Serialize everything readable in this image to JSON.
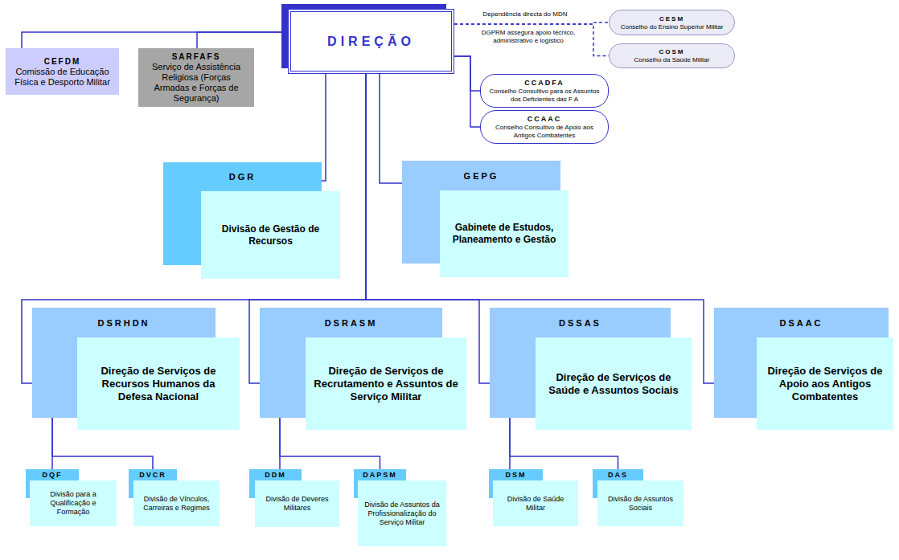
{
  "diagram": {
    "nodes": [
      {
        "text": [
          "DIREÇÃO"
        ]
      },
      {
        "text": [
          "CEFDM",
          "Comissão de Educação Física e Desporto Militar"
        ]
      },
      {
        "text": [
          "SARFAFS",
          "Serviço de Assistência Religiosa (Forças Armadas e Forças de Segurança)"
        ]
      },
      {
        "text": [
          "CESM",
          "Conselho do Ensino Superior Militar"
        ]
      },
      {
        "text": [
          "COSM",
          "Conselho da Saúde Militar"
        ]
      },
      {
        "text": [
          "CCADFA",
          "Conselho Consultivo para os Assuntos dos Deficientes das F A"
        ]
      },
      {
        "text": [
          "CCAAC",
          "Conselho Consultivo de Apoio aos Antigos Combatentes"
        ]
      },
      {
        "text": [
          "DGR",
          "Divisão de Gestão de Recursos"
        ]
      },
      {
        "text": [
          "GEPG",
          "Gabinete de Estudos, Planeamento e Gestão"
        ]
      },
      {
        "text": [
          "DSRHDN",
          "Direção de Serviços de Recursos Humanos da Defesa Nacional"
        ]
      },
      {
        "text": [
          "DSRASM",
          "Direção de Serviços de Recrutamento e Assuntos de Serviço Militar"
        ]
      },
      {
        "text": [
          "DSSAS",
          "Direção de Serviços de Saúde e Assuntos Sociais"
        ]
      },
      {
        "text": [
          "DSAAC",
          "Direção de Serviços de Apoio aos Antigos Combatentes"
        ]
      },
      {
        "text": [
          "DQF",
          "Divisão para a Qualificação e Formação"
        ]
      },
      {
        "text": [
          "DVCR",
          "Divisão de Vínculos, Carreiras e Regimes"
        ]
      },
      {
        "text": [
          "DDM",
          "Divisão de Deveres Militares"
        ]
      },
      {
        "text": [
          "DAPSM",
          "Divisão de Assuntos da Profissionalização do Serviço Militar"
        ]
      },
      {
        "text": [
          "DSM",
          "Divisão de Saúde Militar"
        ]
      },
      {
        "text": [
          "DAS",
          "Divisão de Assuntos Sociais"
        ]
      }
    ],
    "edges": [
      {
        "from": 0,
        "to": 1,
        "arrow": "none"
      },
      {
        "from": 0,
        "to": 2,
        "arrow": "none"
      },
      {
        "from": 0,
        "to": 3,
        "arrow": "none"
      },
      {
        "from": 0,
        "to": 4,
        "arrow": "none"
      },
      {
        "from": 0,
        "to": 5,
        "arrow": "none"
      },
      {
        "from": 0,
        "to": 6,
        "arrow": "none"
      },
      {
        "from": 0,
        "to": 7,
        "arrow": "none"
      },
      {
        "from": 0,
        "to": 8,
        "arrow": "none"
      },
      {
        "from": 0,
        "to": 9,
        "arrow": "none"
      },
      {
        "from": 0,
        "to": 10,
        "arrow": "none"
      },
      {
        "from": 0,
        "to": 11,
        "arrow": "none"
      },
      {
        "from": 0,
        "to": 12,
        "arrow": "none"
      },
      {
        "from": 9,
        "to": 13,
        "arrow": "none"
      },
      {
        "from": 9,
        "to": 14,
        "arrow": "none"
      },
      {
        "from": 10,
        "to": 15,
        "arrow": "none"
      },
      {
        "from": 10,
        "to": 16,
        "arrow": "none"
      },
      {
        "from": 11,
        "to": 17,
        "arrow": "none"
      },
      {
        "from": 11,
        "to": 18,
        "arrow": "none"
      }
    ],
    "labels": [
      "Dependência directa do MDN",
      "DGPRM assegura apoio técnico, administrativo e logístico"
    ]
  }
}
